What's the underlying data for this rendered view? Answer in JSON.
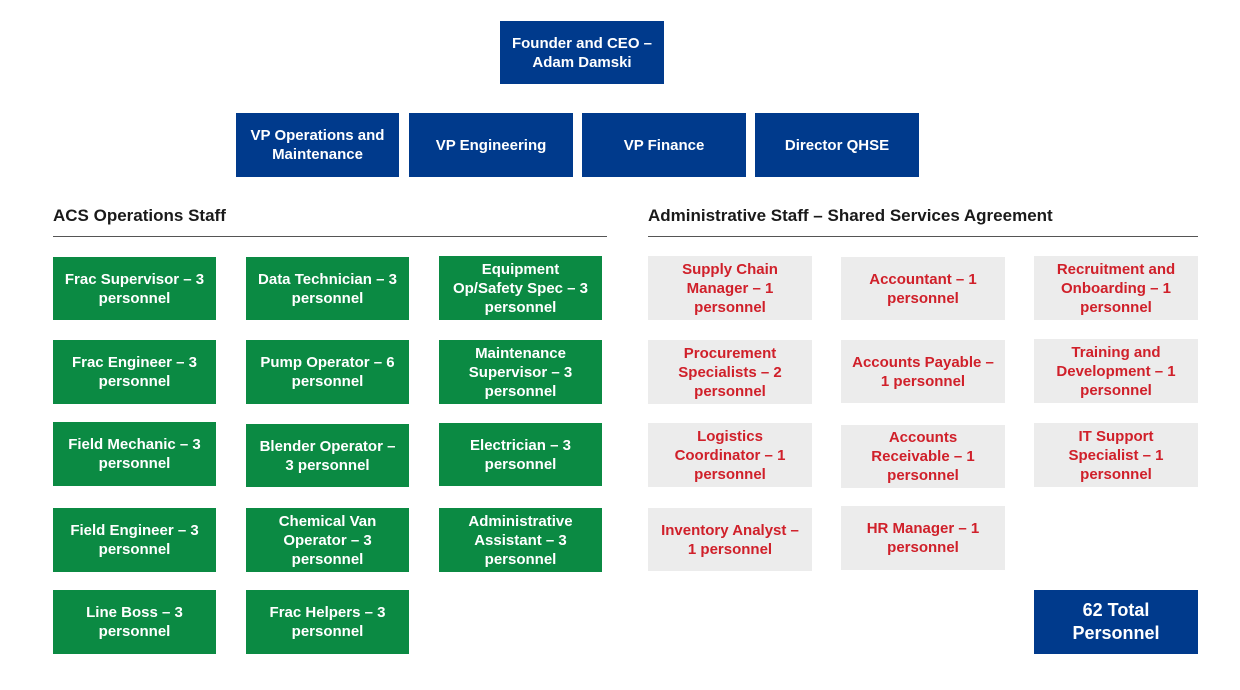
{
  "ceo": "Founder and CEO – Adam Damski",
  "vps": [
    "VP Operations and Maintenance",
    "VP Engineering",
    "VP Finance",
    "Director QHSE"
  ],
  "ops": {
    "title": "ACS Operations Staff",
    "col1": [
      "Frac Supervisor – 3 personnel",
      "Frac Engineer – 3 personnel",
      "Field Mechanic – 3 personnel",
      "Field Engineer – 3 personnel",
      "Line Boss – 3 personnel"
    ],
    "col2": [
      "Data Technician – 3 personnel",
      "Pump Operator – 6 personnel",
      "Blender Operator – 3 personnel",
      "Chemical Van Operator – 3 personnel",
      "Frac Helpers – 3 personnel"
    ],
    "col3": [
      "Equipment Op/Safety Spec – 3 personnel",
      "Maintenance Supervisor – 3 personnel",
      "Electrician – 3 personnel",
      "Administrative Assistant – 3 personnel"
    ]
  },
  "admin": {
    "title": "Administrative Staff – Shared Services Agreement",
    "col1": [
      "Supply Chain Manager – 1 personnel",
      "Procurement Specialists – 2 personnel",
      "Logistics Coordinator – 1 personnel",
      "Inventory Analyst – 1 personnel"
    ],
    "col2": [
      "Accountant – 1 personnel",
      "Accounts Payable – 1 personnel",
      "Accounts Receivable – 1 personnel",
      "HR Manager – 1 personnel"
    ],
    "col3": [
      "Recruitment and Onboarding – 1 personnel",
      "Training and Development – 1 personnel",
      "IT Support Specialist – 1 personnel"
    ]
  },
  "total": "62 Total Personnel",
  "colors": {
    "navy": "#003a8c",
    "green": "#0b8a43",
    "grey": "#ececec",
    "red": "#d0202a"
  }
}
